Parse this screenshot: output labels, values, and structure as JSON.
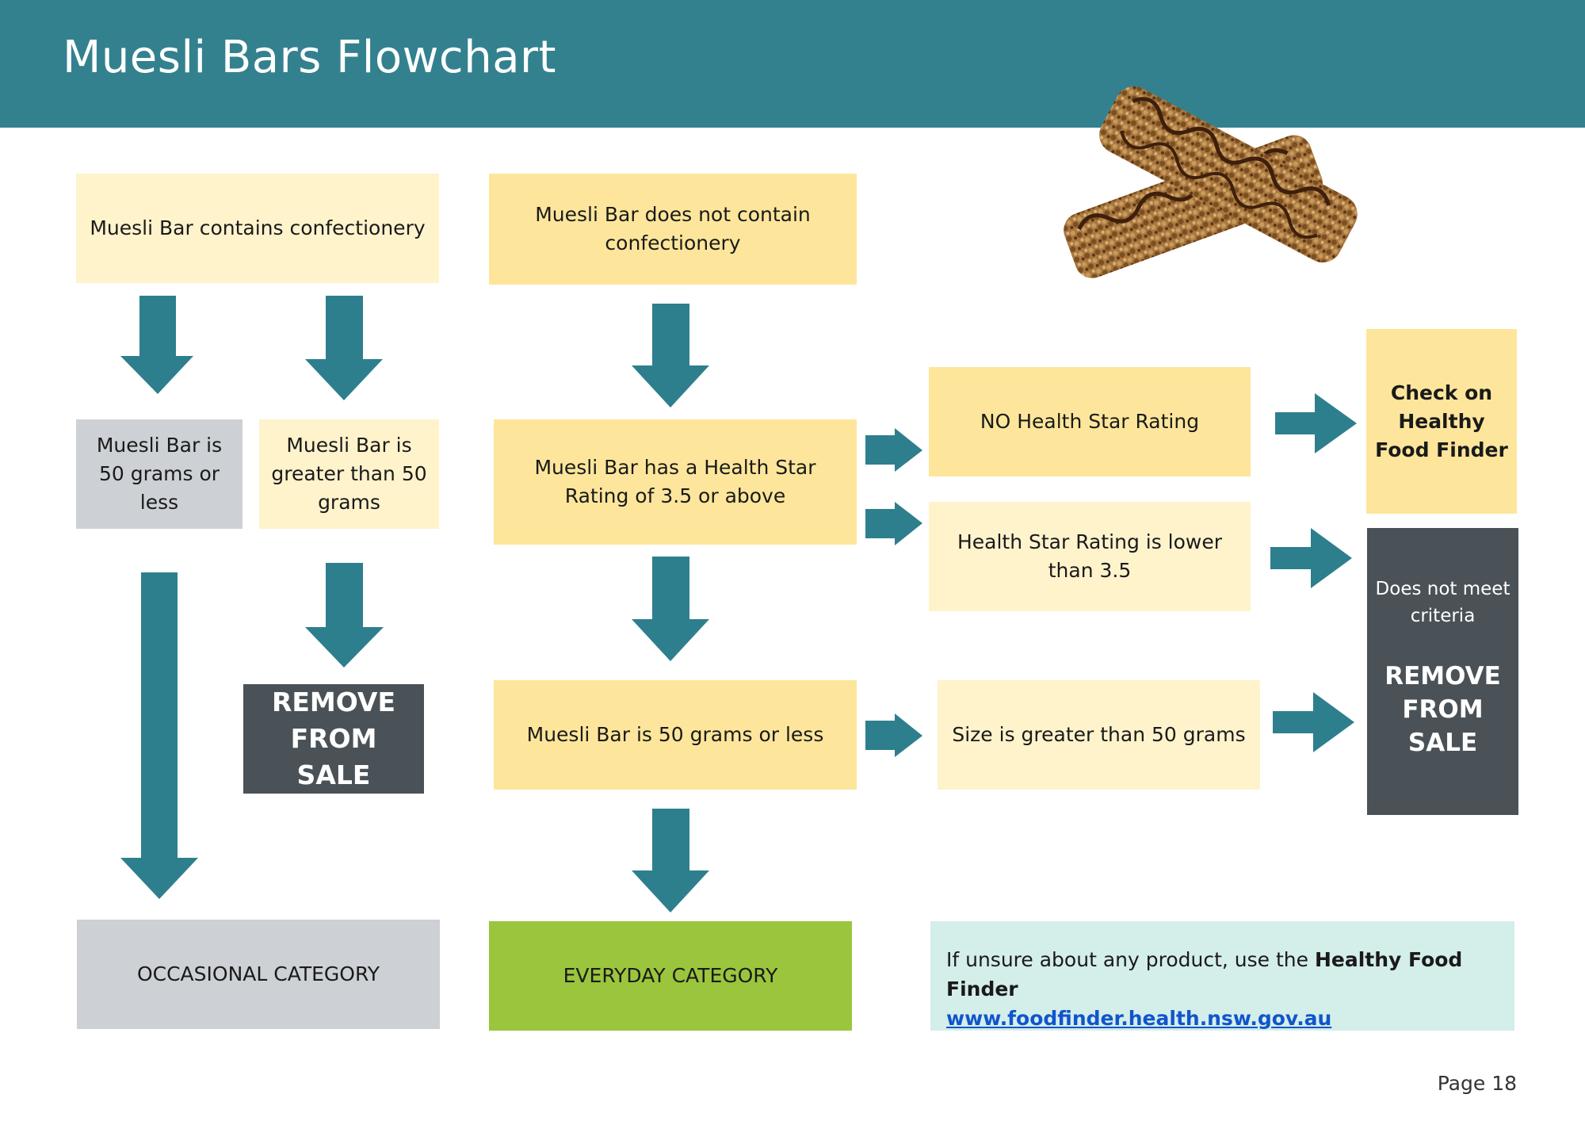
{
  "title": "Muesli Bars Flowchart",
  "colors": {
    "header": "#33818e",
    "arrow": "#2e7f8d",
    "pale_yellow": "#fff3cc",
    "yellow": "#fde69b",
    "grey": "#cdd1d5",
    "dark": "#4a5257",
    "green": "#9bc53d",
    "mint": "#d4eeea"
  },
  "nodes": {
    "contains_confectionery": "Muesli Bar contains confectionery",
    "no_confectionery": "Muesli Bar does not contain confectionery",
    "fifty_or_less": "Muesli Bar is 50 grams or less",
    "greater_than_fifty": "Muesli Bar is greater than 50 grams",
    "remove_from_sale_left": "REMOVE FROM SALE",
    "health_star": "Muesli Bar has a Health Star Rating of 3.5 or above",
    "no_health_star": "NO Health Star Rating",
    "check_food_finder": "Check on Healthy Food Finder",
    "rating_lower": "Health Star Rating is  lower than 3.5",
    "does_not_meet": "Does not meet criteria",
    "remove_from_sale_right": "REMOVE FROM SALE",
    "bar_fifty_or_less": "Muesli Bar is 50 grams or less",
    "size_greater": "Size is greater than 50 grams",
    "occasional": "OCCASIONAL CATEGORY",
    "everyday": "EVERYDAY CATEGORY"
  },
  "info": {
    "prefix": "If unsure about any product, use the ",
    "bold": "Healthy Food Finder",
    "link": "www.foodfinder.health.nsw.gov.au"
  },
  "page_number": "Page 18",
  "image": "muesli-bars-photo"
}
